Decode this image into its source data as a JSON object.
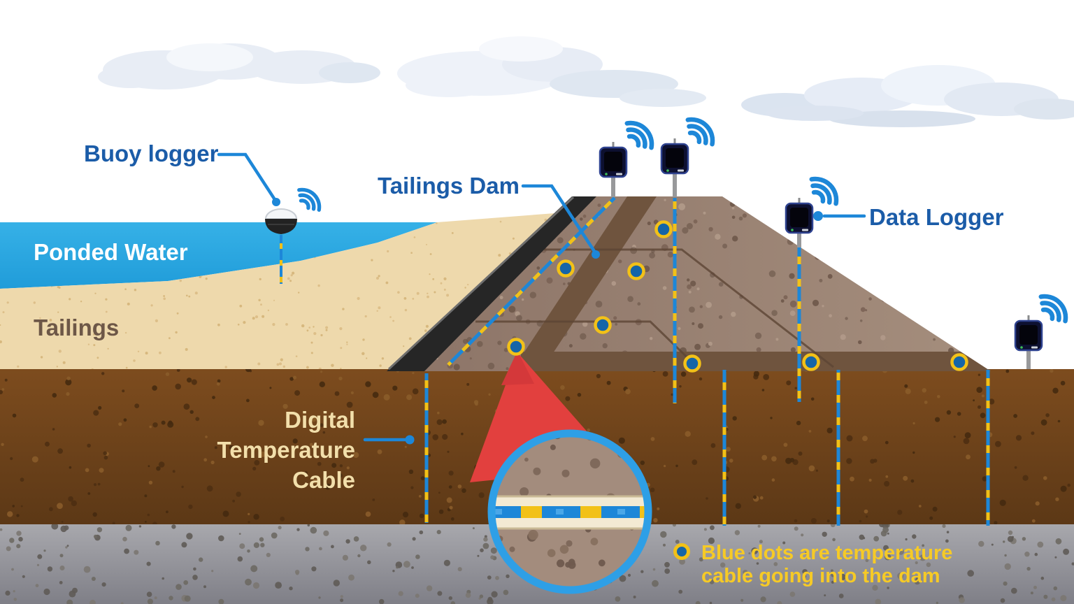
{
  "title": "Tailings dam temperature monitoring diagram",
  "labels": {
    "buoy_logger": "Buoy logger",
    "ponded_water": "Ponded Water",
    "tailings": "Tailings",
    "tailings_dam": "Tailings Dam",
    "data_logger": "Data Logger",
    "dtc_line1": "Digital",
    "dtc_line2": "Temperature",
    "dtc_line3": "Cable"
  },
  "legend": {
    "line1": "Blue dots are temperature",
    "line2": "cable going into the dam"
  },
  "icons": {
    "wifi": "wifi-signal-arcs",
    "data_logger": "data-logger-box",
    "buoy": "buoy-float",
    "temperature_dot": "temperature-cable-dot",
    "magnifier": "cable-zoom-circle",
    "callout": "red-callout-wedge",
    "cable": "blue-yellow-dashed-cable"
  },
  "colors": {
    "label_blue": "#1b5ca8",
    "leader_blue": "#1d87d8",
    "cable_blue": "#1d87d8",
    "cable_yellow": "#f2c118",
    "dot_blue": "#1565a8",
    "water": "#2fabe4",
    "sand": "#eed9ac",
    "dam_fill": "#97806f",
    "dam_band": "#6f543e",
    "foundation": "#6e4420",
    "bedrock": "#95959b",
    "liner_black": "#262626",
    "legend_yellow": "#f6ca26",
    "callout_red": "#e2403e"
  }
}
